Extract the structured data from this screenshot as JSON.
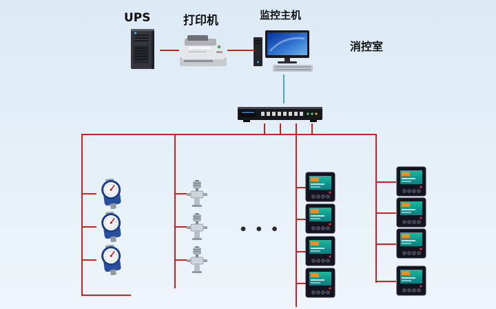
{
  "labels": {
    "ups": "UPS",
    "printer": "打印机",
    "monitoring_host": "监控主机",
    "fire_control_room": "消控室",
    "ellipsis": "• • •"
  },
  "colors": {
    "connection_red": "#cf1f1f",
    "connection_blue": "#4aa0d8",
    "background_top": "#dceaf5",
    "background_bottom": "#eef5fb"
  },
  "topology": {
    "top_row_icons": [
      "ups-icon",
      "printer-icon",
      "monitoring-host-icon"
    ],
    "hub_icon": "network-switch-icon",
    "branch_counts": {
      "water_meters": 3,
      "valves": 3,
      "power_meters_inner_column": 4,
      "power_meters_outer_column": 4
    }
  }
}
